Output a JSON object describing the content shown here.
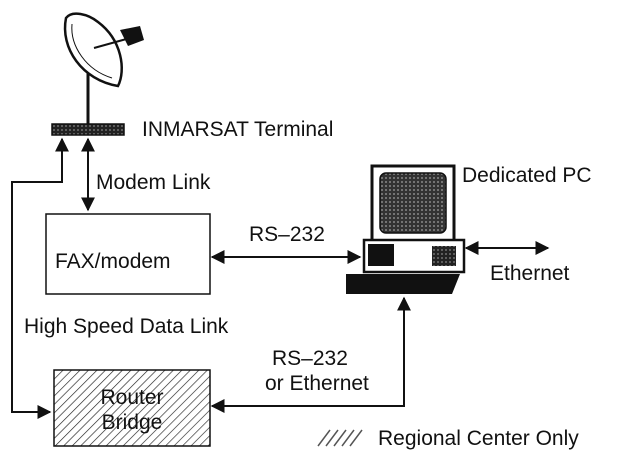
{
  "labels": {
    "inmarsat": "INMARSAT Terminal",
    "modem_link": "Modem Link",
    "dedicated_pc": "Dedicated PC",
    "rs232_top": "RS–232",
    "fax_modem": "FAX/modem",
    "ethernet": "Ethernet",
    "high_speed": "High Speed Data Link",
    "rs232_bottom_line1": "RS–232",
    "rs232_bottom_line2": "or Ethernet",
    "router_line1": "Router",
    "router_line2": "Bridge",
    "legend": "Regional Center Only"
  },
  "icons": [
    "satellite-dish-icon",
    "computer-icon"
  ],
  "colors": {
    "ink": "#111111",
    "background": "#ffffff",
    "screen": "#555555"
  }
}
